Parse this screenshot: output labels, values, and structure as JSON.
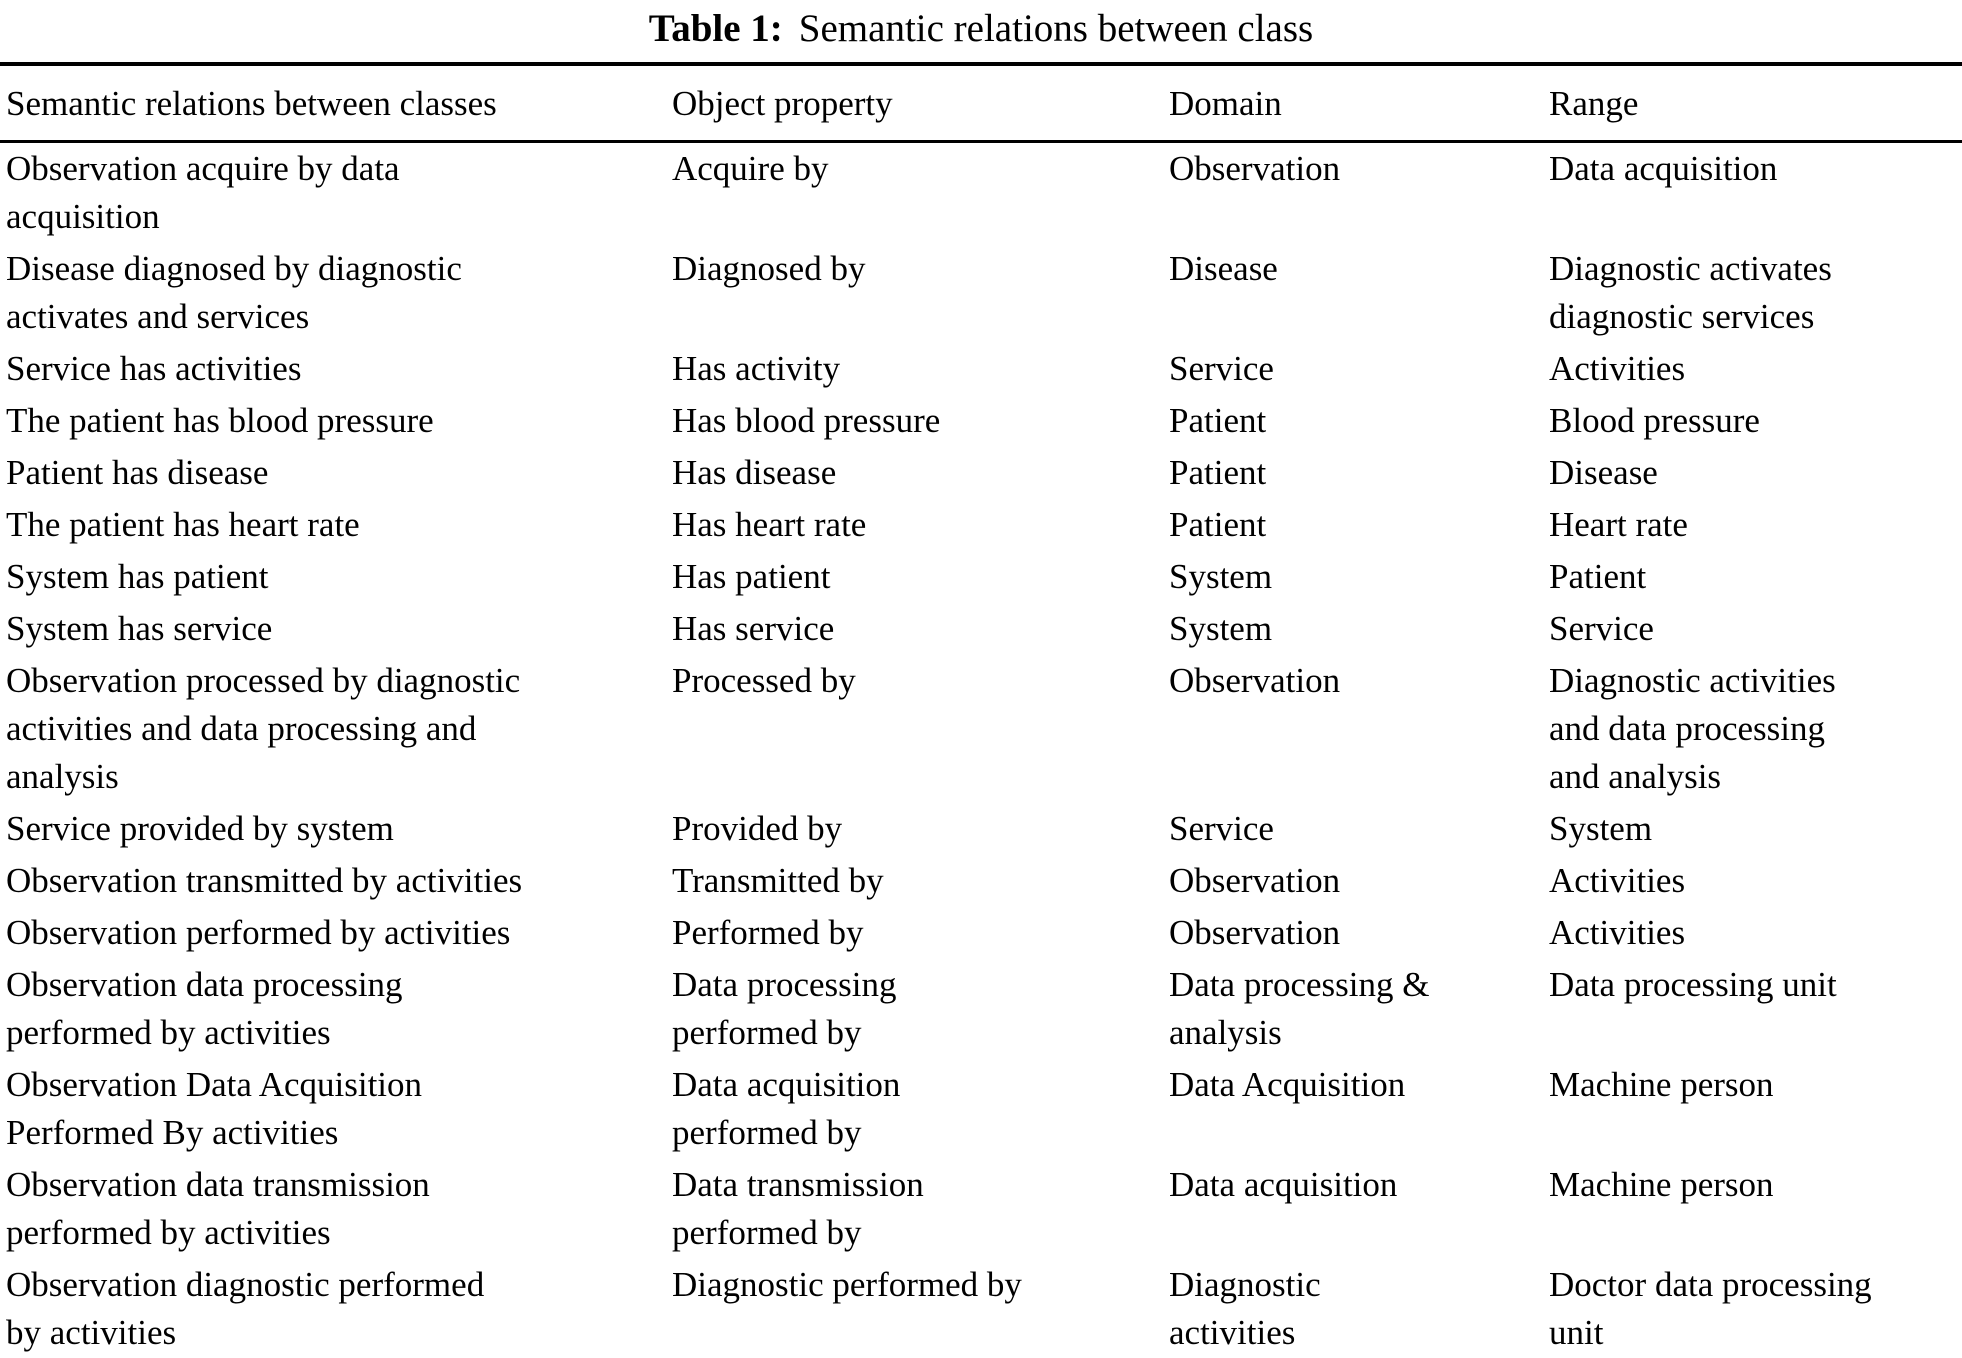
{
  "title": {
    "label": "Table 1:",
    "text": "Semantic relations between class"
  },
  "colors": {
    "text": "#000000",
    "background": "#ffffff",
    "rule": "#000000"
  },
  "table": {
    "columns": [
      "Semantic relations between classes",
      "Object property",
      "Domain",
      "Range"
    ],
    "rows": [
      [
        [
          "Observation acquire by data",
          "acquisition"
        ],
        "Acquire by",
        "Observation",
        "Data acquisition"
      ],
      [
        [
          "Disease diagnosed by diagnostic",
          "activates and services"
        ],
        "Diagnosed by",
        "Disease",
        [
          "Diagnostic activates",
          "diagnostic services"
        ]
      ],
      [
        "Service has activities",
        "Has activity",
        "Service",
        "Activities"
      ],
      [
        "The patient has blood pressure",
        "Has blood pressure",
        "Patient",
        "Blood pressure"
      ],
      [
        "Patient has disease",
        "Has disease",
        "Patient",
        "Disease"
      ],
      [
        "The patient has heart rate",
        "Has heart rate",
        "Patient",
        "Heart rate"
      ],
      [
        "System has patient",
        "Has patient",
        "System",
        "Patient"
      ],
      [
        "System has service",
        "Has service",
        "System",
        "Service"
      ],
      [
        [
          "Observation processed by diagnostic",
          "activities and data processing and",
          "analysis"
        ],
        "Processed by",
        "Observation",
        [
          "Diagnostic activities",
          "and data processing",
          "and analysis"
        ]
      ],
      [
        "Service provided by system",
        "Provided by",
        "Service",
        "System"
      ],
      [
        "Observation transmitted by activities",
        "Transmitted by",
        "Observation",
        "Activities"
      ],
      [
        "Observation performed by activities",
        "Performed by",
        "Observation",
        "Activities"
      ],
      [
        [
          "Observation data processing",
          "performed by activities"
        ],
        [
          "Data processing",
          "performed by"
        ],
        [
          "Data processing &",
          "analysis"
        ],
        "Data processing unit"
      ],
      [
        [
          "Observation Data Acquisition",
          "Performed By activities"
        ],
        [
          "Data acquisition",
          "performed by"
        ],
        "Data Acquisition",
        "Machine person"
      ],
      [
        [
          "Observation data transmission",
          "performed by activities"
        ],
        [
          "Data transmission",
          "performed by"
        ],
        "Data acquisition",
        "Machine person"
      ],
      [
        [
          "Observation diagnostic performed",
          "by activities"
        ],
        "Diagnostic performed by",
        [
          "Diagnostic",
          "activities"
        ],
        [
          "Doctor data processing",
          "unit"
        ]
      ]
    ]
  }
}
